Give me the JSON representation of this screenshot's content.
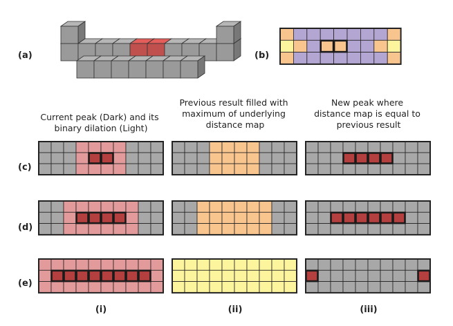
{
  "panel_labels": {
    "a": "(a)",
    "b": "(b)",
    "c": "(c)",
    "d": "(d)",
    "e": "(e)"
  },
  "column_titles": [
    [
      "Current peak (Dark) and its",
      "binary dilation (Light)"
    ],
    [
      "Previous result filled with",
      "maximum of underlying",
      "distance map"
    ],
    [
      "New peak where",
      "distance map is equal to",
      "previous result"
    ]
  ],
  "column_labels": [
    "(i)",
    "(ii)",
    "(iii)"
  ],
  "colors": {
    "gray": "#a8a8a8",
    "dark_peak": "#b3403f",
    "light_dilation": "#e39a9b",
    "orange": "#f9c58f",
    "lavender": "#b4a6d2",
    "yellow": "#fcf59d",
    "cube_gray": "#9a9a9a",
    "cube_red": "#c0504d",
    "outline": "#222222"
  },
  "legend": {
    "G": "gray",
    "D": "dark_peak",
    "L": "light_dilation",
    "O": "orange",
    "P": "lavender",
    "Y": "yellow"
  },
  "grids": {
    "b": [
      "OPPPPPPPO",
      "YOPOOPPOY",
      "OPPPPPPPO"
    ],
    "c_i": [
      "GGGLLLLGGG",
      "GGGLDDLGGG",
      "GGGLLLLGGG"
    ],
    "c_ii": [
      "GGGOOOOGGG",
      "GGGOOOOGGG",
      "GGGOOOOGGG"
    ],
    "c_iii": [
      "GGGGGGGGGG",
      "GGGDDDDGGG",
      "GGGGGGGGGG"
    ],
    "d_i": [
      "GGLLLLLLGG",
      "GGLDDDDLGG",
      "GGLLLLLLGG"
    ],
    "d_ii": [
      "GGOOOOOOGG",
      "GGOOOOOOGG",
      "GGOOOOOOGG"
    ],
    "d_iii": [
      "GGGGGGGGGG",
      "GGDDDDDDGG",
      "GGGGGGGGGG"
    ],
    "e_i": [
      "LLLLLLLLLL",
      "LDDDDDDDDL",
      "LLLLLLLLLL"
    ],
    "e_ii": [
      "YYYYYYYYYY",
      "YYYYYYYYYY",
      "YYYYYYYYYY"
    ],
    "e_iii": [
      "GGGGGGGGGG",
      "DGGGGGGGGD",
      "GGGGGGGGGG"
    ]
  },
  "cube_model": {
    "back_row_heights": [
      2,
      1,
      1,
      1,
      1,
      1,
      1,
      1,
      1,
      2
    ],
    "red_columns": [
      4,
      5
    ],
    "front_row_count": 7
  }
}
